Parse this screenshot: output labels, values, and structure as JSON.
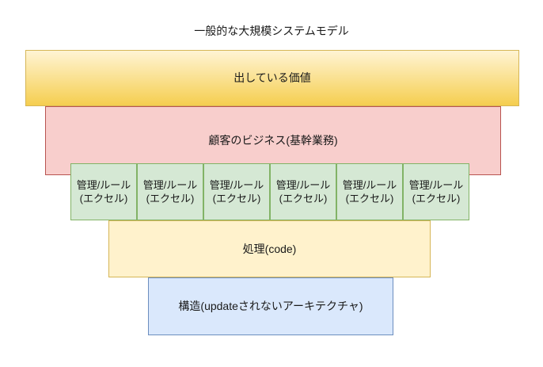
{
  "title": "一般的な大規模システムモデル",
  "layers": {
    "value": {
      "label": "出している価値"
    },
    "business": {
      "label": "顧客のビジネス(基幹業務)"
    },
    "management": {
      "label_line1": "管理/ルール",
      "label_line2": "(エクセル)",
      "count": 6
    },
    "code": {
      "label": "処理(code)"
    },
    "structure": {
      "label": "構造(updateされないアーキテクチャ)"
    }
  },
  "colors": {
    "background": "#FFFFFF",
    "text": "#1A1A1A",
    "value_fill_top": "#FFF4D4",
    "value_fill_bottom": "#F5CE4F",
    "value_border": "#D6B656",
    "business_fill": "#F8CECC",
    "business_border": "#B85450",
    "management_fill": "#D5E8D4",
    "management_border": "#82B366",
    "code_fill": "#FFF2CC",
    "code_border": "#D6B656",
    "structure_fill": "#DAE8FC",
    "structure_border": "#6C8EBF"
  }
}
